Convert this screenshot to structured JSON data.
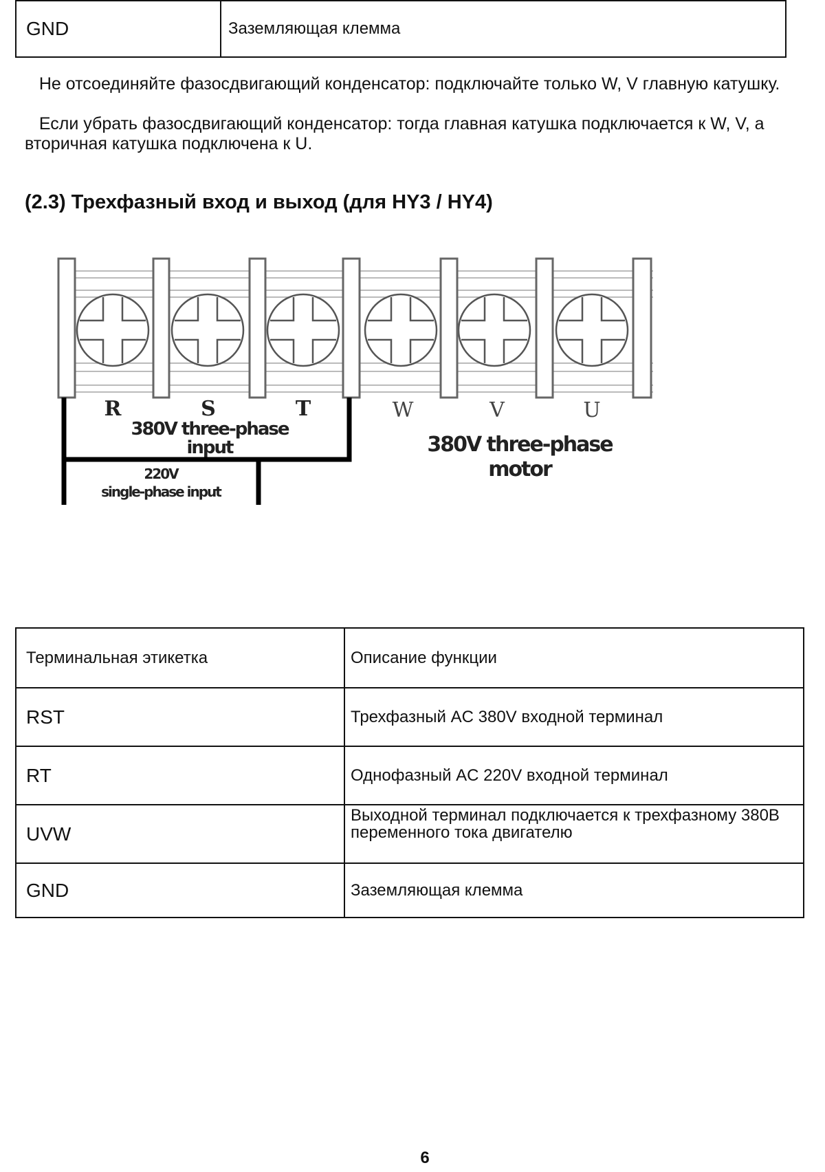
{
  "top_table": {
    "rows": [
      {
        "label": "GND",
        "description": "Заземляющая клемма"
      }
    ]
  },
  "paragraphs": [
    "Не отсоединяйте фазосдвигающий конденсатор: подключайте только W, V главную катушку.",
    "Если убрать фазосдвигающий конденсатор: тогда главная катушка подключается к W, V, а вторичная катушка подключена к U."
  ],
  "section_heading": "(2.3) Трехфазный вход и выход (для HY3 / HY4)",
  "diagram": {
    "terminals": [
      "R",
      "S",
      "T",
      "W",
      "V",
      "U"
    ],
    "input_label_line1": "380V three-phase",
    "input_label_line2": "input",
    "single_label_line1": "220V",
    "single_label_line2": "single-phase input",
    "motor_label_line1": "380V three-phase",
    "motor_label_line2": "motor"
  },
  "bottom_table": {
    "headers": [
      "Терминальная этикетка",
      "Описание функции"
    ],
    "rows": [
      {
        "label": "RST",
        "description": "Трехфазный AC 380V входной терминал"
      },
      {
        "label": "RT",
        "description": "Однофазный AC 220V входной терминал"
      },
      {
        "label": "UVW",
        "description": "Выходной терминал подключается к трехфазному 380В переменного тока двигателю"
      },
      {
        "label": "GND",
        "description": "Заземляющая клемма"
      }
    ]
  },
  "page_number": "6"
}
